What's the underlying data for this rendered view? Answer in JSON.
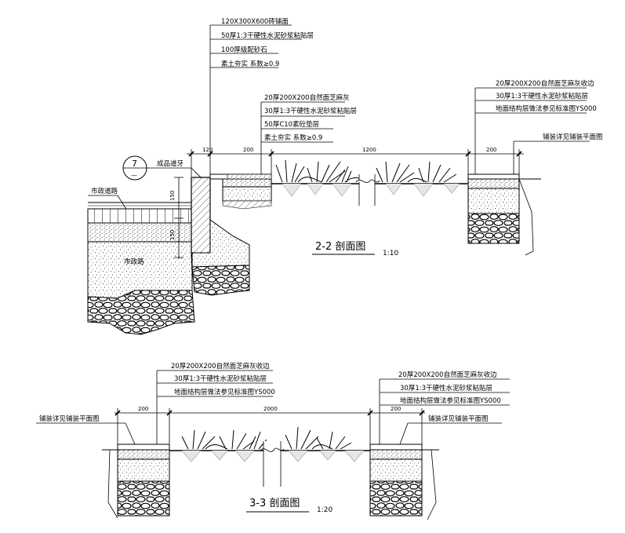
{
  "section_2_2": {
    "title": "2-2 剖面图",
    "scale": "1:10",
    "callout_left": [
      "120X300X600砖铺面",
      "50厚1:3干硬性水泥砂浆粘贴层",
      "100厚级配砂石",
      "素土夯实 系数≥0.9"
    ],
    "callout_mid": [
      "20厚200X200自然面芝麻灰",
      "30厚1:3干硬性水泥砂浆粘贴层",
      "50厚C10素砼垫层",
      "素土夯实 系数≥0.9"
    ],
    "callout_right": [
      "20厚200X200自然面芝麻灰收边",
      "30厚1:3干硬性水泥砂浆粘贴层",
      "地面结构层做法参见标准图YS000"
    ],
    "note_right": "铺装详见铺装平面图",
    "label_road": "市政道路",
    "label_road_fill": "市政路",
    "label_curb": "成品道牙",
    "index_number": "7",
    "index_sub": "—",
    "dims_top": [
      "120",
      "200",
      "1200",
      "200"
    ],
    "dims_side": [
      "150",
      "150"
    ]
  },
  "section_3_3": {
    "title": "3-3 剖面图",
    "scale": "1:20",
    "callout": [
      "20厚200X200自然面芝麻灰收边",
      "30厚1:3干硬性水泥砂浆粘贴层",
      "地面结构层做法参见标准图YS000"
    ],
    "callout_right": [
      "20厚200X200自然面芝麻灰收边",
      "30厚1:3干硬性水泥砂浆粘贴层",
      "地面结构层做法参见标准图YS000"
    ],
    "note_left": "铺装详见铺装平面图",
    "note_right": "铺装详见铺装平面图",
    "dims_top": [
      "200",
      "2000",
      "200"
    ]
  }
}
